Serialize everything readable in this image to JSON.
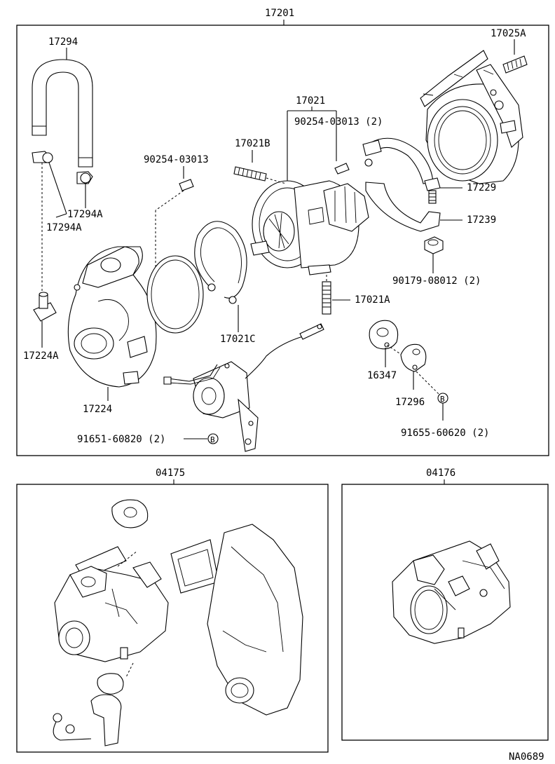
{
  "diagram": {
    "assembly_number": "17201",
    "drawing_code": "NA0689",
    "kit_left": "04175",
    "kit_right": "04176",
    "labels": {
      "p17294": "17294",
      "p17025A": "17025A",
      "p17021": "17021",
      "p90254_03013_2": "90254-03013 (2)",
      "p17021B": "17021B",
      "p90254_03013": "90254-03013",
      "p17229": "17229",
      "p17294A_a": "17294A",
      "p17294A_b": "17294A",
      "p17239": "17239",
      "p90179_08012_2": "90179-08012 (2)",
      "p17021A": "17021A",
      "p17224A": "17224A",
      "p17021C": "17021C",
      "p16347": "16347",
      "p17296": "17296",
      "p17224": "17224",
      "p91651_60820_2": "91651-60820 (2)",
      "p91655_60620_2": "91655-60620 (2)"
    },
    "callout_marker": "B"
  }
}
